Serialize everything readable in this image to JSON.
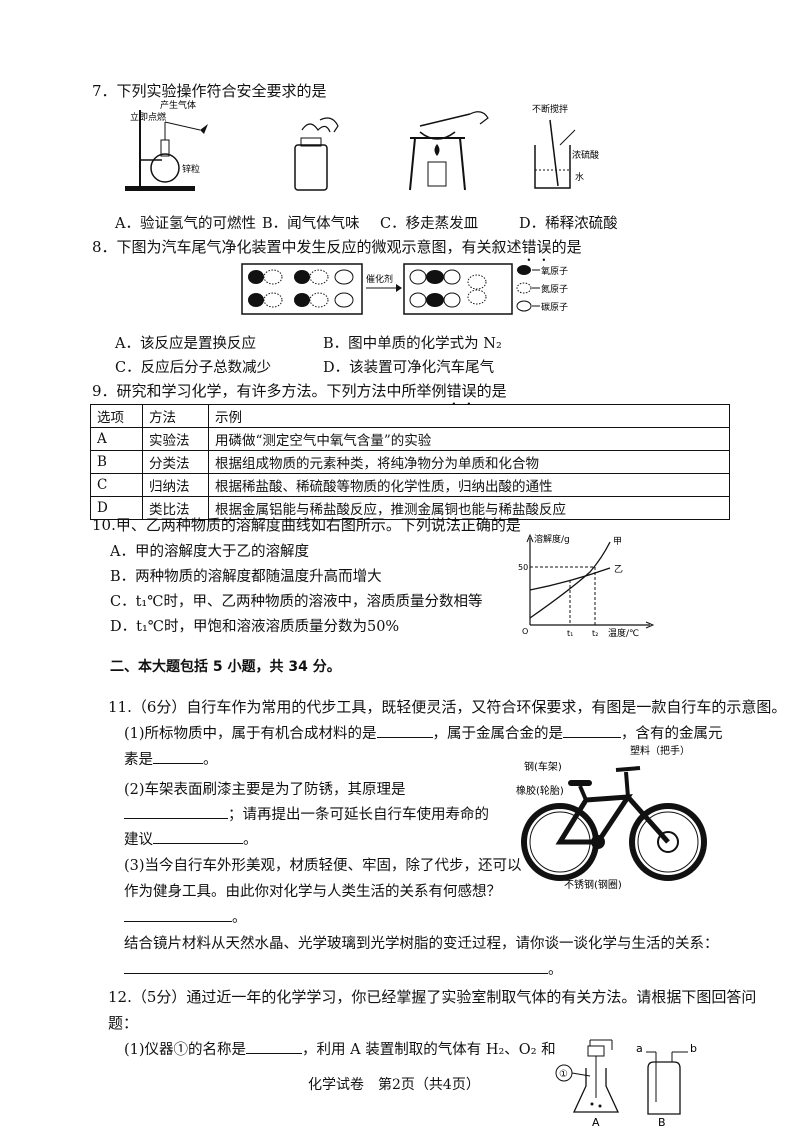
{
  "q7": {
    "title": "7．下列实验操作符合安全要求的是",
    "fig_labels": {
      "gas_label": "产生气体",
      "ignite_label": "立即点燃",
      "zinc_label": "锌粒",
      "stir_label": "不断搅拌",
      "acid_label": "浓硫酸",
      "water_label": "水"
    },
    "options": [
      "A．验证氢气的可燃性",
      "B．闻气体气味",
      "C．移走蒸发皿",
      "D．稀释浓硫酸"
    ]
  },
  "q8": {
    "title": "8．下图为汽车尾气净化装置中发生反应的微观示意图，有关叙述",
    "title_em": "错误",
    "title_end": "的是",
    "catalyst": "催化剂",
    "legend": [
      "氧原子",
      "氮原子",
      "碳原子"
    ],
    "options": [
      "A．该反应是置换反应",
      "B．图中单质的化学式为 N₂",
      "C．反应后分子总数减少",
      "D．该装置可净化汽车尾气"
    ]
  },
  "q9": {
    "title": "9．研究和学习化学，有许多方法。下列方法中所举例",
    "title_em": "错误",
    "title_end": "的是",
    "headers": [
      "选项",
      "方法",
      "示例"
    ],
    "rows": [
      [
        "A",
        "实验法",
        "用磷做“测定空气中氧气含量”的实验"
      ],
      [
        "B",
        "分类法",
        "根据组成物质的元素种类，将纯净物分为单质和化合物"
      ],
      [
        "C",
        "归纳法",
        "根据稀盐酸、稀硫酸等物质的化学性质，归纳出酸的通性"
      ],
      [
        "D",
        "类比法",
        "根据金属铝能与稀盐酸反应，推测金属铜也能与稀盐酸反应"
      ]
    ]
  },
  "q10": {
    "title": "10.甲、乙两种物质的溶解度曲线如右图所示。下列说法正确的是",
    "options": [
      "A．甲的溶解度大于乙的溶解度",
      "B．两种物质的溶解度都随温度升高而增大",
      "C．t₁℃时，甲、乙两种物质的溶液中，溶质质量分数相等",
      "D．t₁℃时，甲饱和溶液溶质质量分数为50%"
    ],
    "graph": {
      "ylabel": "溶解度/g",
      "xlabel": "温度/℃",
      "y50": "50",
      "origin": "O",
      "t1": "t₁",
      "t2": "t₂",
      "jia": "甲",
      "yi": "乙"
    }
  },
  "section2": "二、本大题包括 5 小题，共 34 分。",
  "q11": {
    "intro": "11.（6分）自行车作为常用的代步工具，既轻便灵活，又符合环保要求，有图是一款自行车的示意图。",
    "p1a": "(1)所标物质中，属于有机合成材料的是",
    "p1b": "，属于金属合金的是",
    "p1c": "，含有的金属元",
    "p1d": "素是",
    "p1e": "。",
    "p2a": "(2)车架表面刷漆主要是为了防锈，其原理是",
    "p2b": "；请再提出一条可延长自行车使用寿命的",
    "p2c": "建议",
    "p2d": "。",
    "p3a": "(3)当今自行车外形美观，材质轻便、牢固，除了代步，还可以",
    "p3b": "作为健身工具。由此你对化学与人类生活的关系有何感想？",
    "p3c": "。",
    "p4": "结合镜片材料从天然水晶、光学玻璃到光学树脂的变迁过程，请你谈一谈化学与生活的关系：",
    "p4end": "。",
    "bike_labels": {
      "handle": "塑料（把手）",
      "frame": "钢(车架)",
      "tire": "橡胶(轮胎)",
      "rim": "不锈钢(钢圈)"
    }
  },
  "q12": {
    "intro": "12.（5分）通过近一年的化学学习，你已经掌握了实验室制取气体的有关方法。请根据下图回答问",
    "intro2": "题：",
    "p1a": "(1)仪器①的名称是",
    "p1b": "，利用 A 装置制取的气体有 H₂、O₂ 和",
    "fig": {
      "circle1": "①",
      "a": "a",
      "b": "b",
      "A": "A",
      "B": "B"
    }
  },
  "footer": "化学试卷　第2页（共4页）"
}
